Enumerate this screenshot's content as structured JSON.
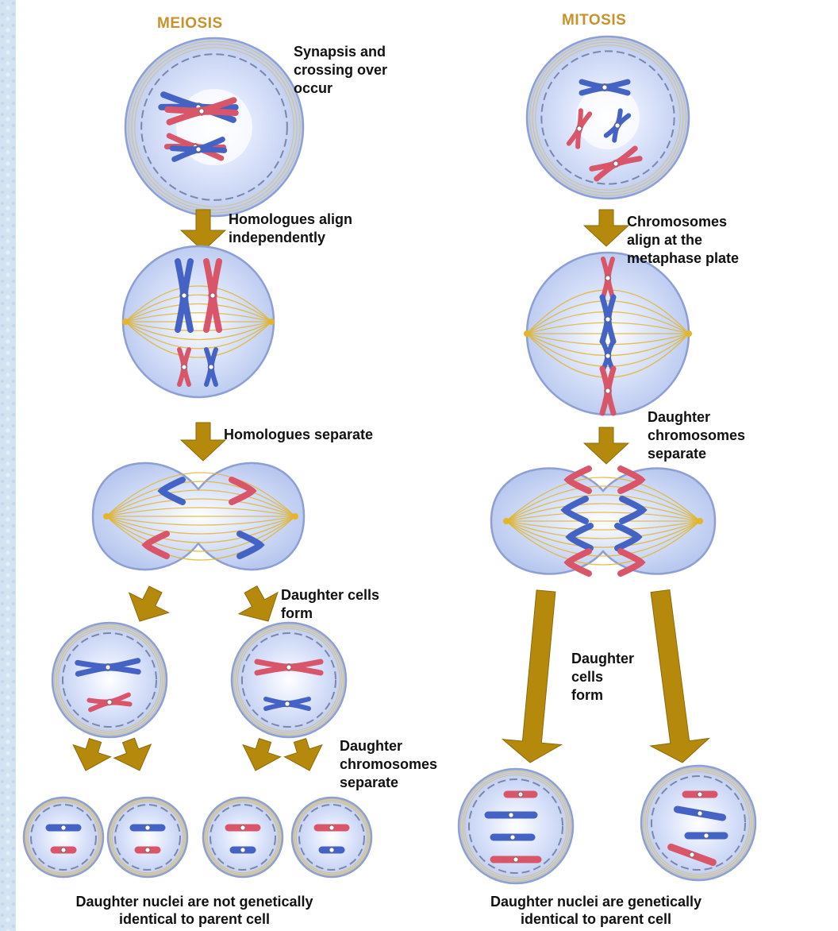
{
  "colors": {
    "arrow": "#b58a0c",
    "heading": "#c8922a",
    "chromosome_maternal": "#d9556a",
    "chromosome_paternal": "#4563c4",
    "cell_fill": "#b7c7ee",
    "spindle": "#e2b52c"
  },
  "headings": {
    "meiosis": "MEIOSIS",
    "mitosis": "MITOSIS"
  },
  "meiosis": {
    "step1": "Synapsis and\ncrossing over\noccur",
    "step2": "Homologues align\nindependently",
    "step3": "Homologues separate",
    "step4": "Daughter cells\nform",
    "step5": "Daughter\nchromosomes\nseparate",
    "result": "Daughter nuclei are not genetically\nidentical to parent cell"
  },
  "mitosis": {
    "step1": "Chromosomes\n align at the\n      metaphase plate",
    "step2": "Daughter\nchromosomes\n     separate",
    "step3": "Daughter\ncells\nform",
    "result": "Daughter nuclei are genetically\nidentical to parent cell"
  }
}
